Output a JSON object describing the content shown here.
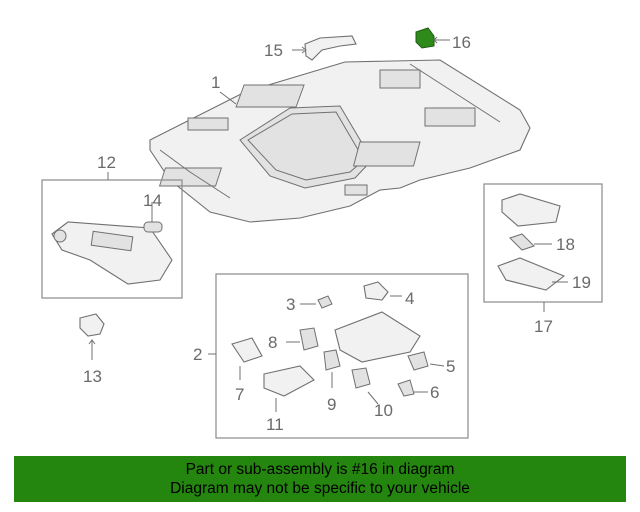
{
  "callouts": {
    "c1": "1",
    "c2": "2",
    "c3": "3",
    "c4": "4",
    "c5": "5",
    "c6": "6",
    "c7": "7",
    "c8": "8",
    "c9": "9",
    "c10": "10",
    "c11": "11",
    "c12": "12",
    "c13": "13",
    "c14": "14",
    "c15": "15",
    "c16": "16",
    "c17": "17",
    "c18": "18",
    "c19": "19"
  },
  "highlight_part": "16",
  "highlight_color": "#2f8a1c",
  "banner": {
    "line1": "Part or sub-assembly is #16 in diagram",
    "line2": "Diagram may not be specific to your vehicle",
    "background": "#24850f"
  }
}
